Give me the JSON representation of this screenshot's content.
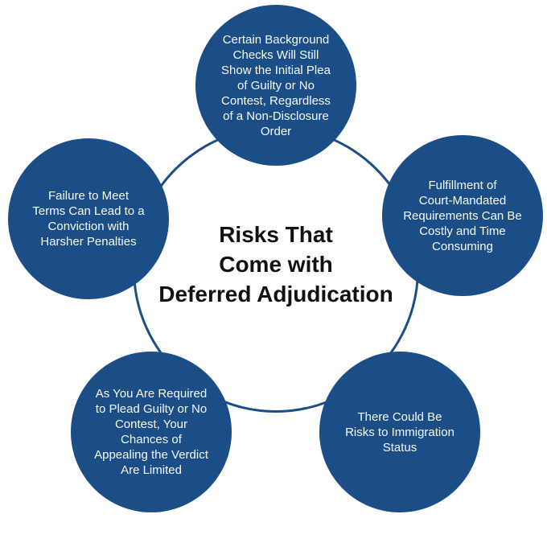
{
  "diagram": {
    "title": "Risks That\nCome with\nDeferred Adjudication",
    "type": "cycle",
    "colors": {
      "background": "#ffffff",
      "circle_fill": "#1b4e87",
      "ring_stroke": "#1b4e87",
      "circle_text_color": "#f7f9fb",
      "title_color": "#111111"
    },
    "nodes": [
      {
        "id": "top",
        "text": "Certain Background\nChecks Will Still\nShow the Initial Plea\nof Guilty or No\nContest, Regardless\nof a Non-Disclosure\nOrder"
      },
      {
        "id": "right",
        "text": "Fulfillment of\nCourt-Mandated\nRequirements Can Be\nCostly and Time\nConsuming"
      },
      {
        "id": "bottom-right",
        "text": "There Could Be\nRisks to Immigration\nStatus"
      },
      {
        "id": "bottom-left",
        "text": "As You Are Required\nto Plead Guilty or No\nContest, Your\nChances of\nAppealing the Verdict\nAre Limited"
      },
      {
        "id": "left",
        "text": "Failure to Meet\nTerms Can Lead to a\nConviction with\nHarsher Penalties"
      }
    ]
  }
}
